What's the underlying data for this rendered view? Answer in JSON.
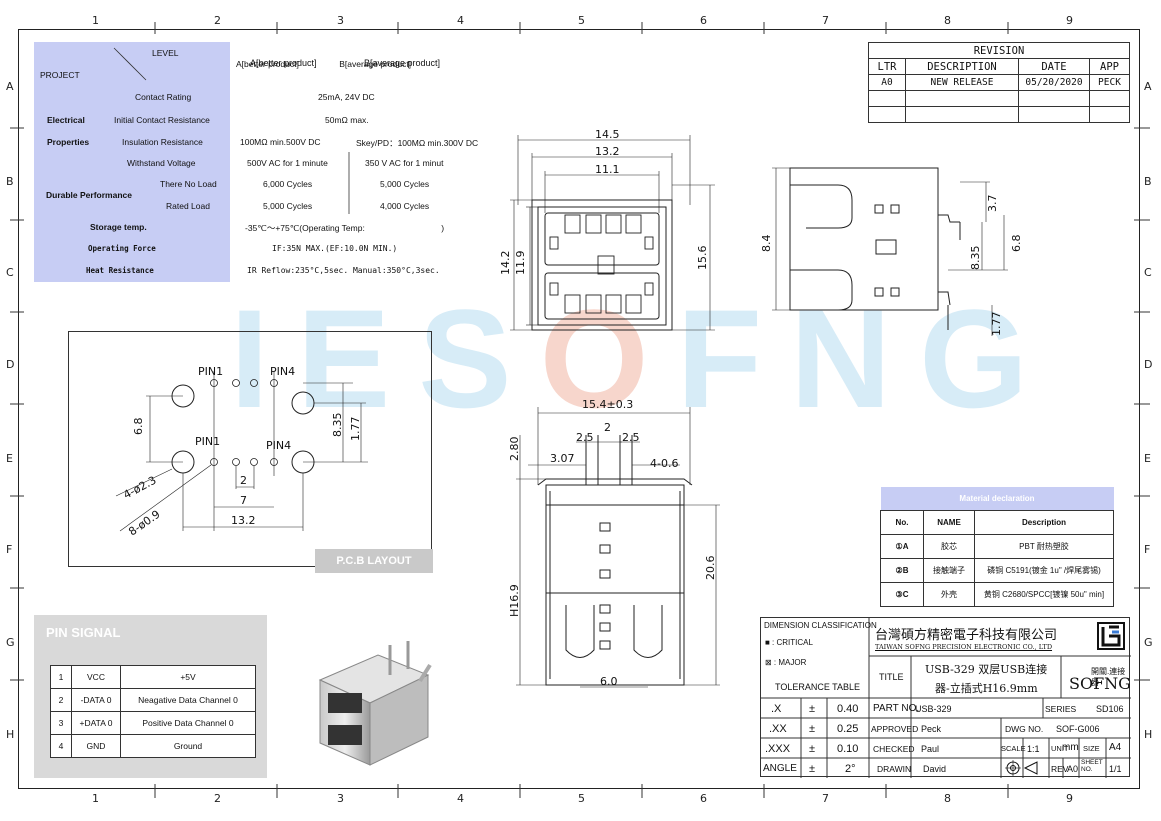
{
  "border": {
    "cols": [
      "1",
      "2",
      "3",
      "4",
      "5",
      "6",
      "7",
      "8",
      "9"
    ],
    "rows": [
      "A",
      "B",
      "C",
      "D",
      "E",
      "F",
      "G",
      "H"
    ]
  },
  "watermark": {
    "a": "IES",
    "b": "O",
    "c": "FNG"
  },
  "spec": {
    "level": "LEVEL",
    "project": "PROJECT",
    "colA": "A[better product]",
    "colB": "B[average product]",
    "electrical": "Electrical",
    "properties": "Properties",
    "contact_rating": "Contact Rating",
    "contact_rating_val": "25mA, 24V DC",
    "initial_contact": "Initial Contact Resistance",
    "initial_contact_val": "50mΩ max.",
    "insulation": "Insulation Resistance",
    "insulation_a": "100MΩ min.500V DC",
    "insulation_b": "Skey/PD：100MΩ min.300V DC",
    "withstand": "Withstand Voltage",
    "withstand_a": "500V AC for 1 minute",
    "withstand_b": "350 V AC for 1 minut",
    "durable": "Durable Performance",
    "no_load": "There No Load",
    "no_load_a": "6,000 Cycles",
    "no_load_b": "5,000 Cycles",
    "rated_load": "Rated Load",
    "rated_load_a": "5,000 Cycles",
    "rated_load_b": "4,000 Cycles",
    "storage": "Storage temp.",
    "storage_val": "-35℃～+75℃(Operating Temp:　　　　　　　　　)",
    "operating": "Operating Force",
    "operating_val": "IF:35N MAX.(EF:10.0N MIN.)",
    "heat": "Heat Resistance",
    "heat_val": "IR Reflow:235°C,5sec. Manual:350°C,3sec."
  },
  "revision": {
    "title": "REVISION",
    "headers": [
      "LTR",
      "DESCRIPTION",
      "DATE",
      "APP"
    ],
    "row": [
      "A0",
      "NEW RELEASE",
      "05/20/2020",
      "PECK"
    ]
  },
  "pin_signal": {
    "title": "PIN SIGNAL",
    "rows": [
      [
        "1",
        "VCC",
        "+5V"
      ],
      [
        "2",
        "-DATA 0",
        "Neagative Data Channel 0"
      ],
      [
        "3",
        "+DATA 0",
        "Positive Data Channel 0"
      ],
      [
        "4",
        "GND",
        "Ground"
      ]
    ]
  },
  "pcb": {
    "label": "P.C.B LAYOUT",
    "pin1": "PIN1",
    "pin4": "PIN4",
    "d_68": "6.8",
    "d_835": "8.35",
    "d_177": "1.77",
    "d_2": "2",
    "d_7": "7",
    "d_132": "13.2",
    "d_hole1": "4-ø2.3",
    "d_hole2": "8-ø0.9"
  },
  "front": {
    "w1": "14.5",
    "w2": "13.2",
    "w3": "11.1",
    "h1": "14.2",
    "h2": "11.9",
    "h3": "15.6"
  },
  "side": {
    "d1": "8.4",
    "d2": "3.7",
    "d3": "8.35",
    "d4": "6.8",
    "d5": "1.77"
  },
  "bottom": {
    "w": "15.4±0.3",
    "p1": "2.5",
    "p2": "2",
    "p3": "2.5",
    "t1": "2.80",
    "t2": "3.07",
    "t3": "4-0.6",
    "h1": "H16.9",
    "h2": "20.6",
    "w2": "6.0"
  },
  "material": {
    "title": "Material declaration",
    "headers": [
      "No.",
      "NAME",
      "Description"
    ],
    "rows": [
      [
        "①A",
        "胶芯",
        "PBT 耐热塑胶"
      ],
      [
        "②B",
        "接触端子",
        "磷铜 C5191(镀金 1u\" /焊尾雾锡)"
      ],
      [
        "③C",
        "外壳",
        "黄铜 C2680/SPCC[镀镍 50u\" min]"
      ]
    ]
  },
  "title_block": {
    "dim_class": "DIMENSION CLASSIFICATION",
    "critical": "CRITICAL",
    "major": "MAJOR",
    "tolerance": "TOLERANCE TABLE",
    "tol": [
      [
        ".X",
        "±",
        "0.40"
      ],
      [
        ".XX",
        "±",
        "0.25"
      ],
      [
        ".XXX",
        "±",
        "0.10"
      ],
      [
        "ANGLE",
        "±",
        "2°"
      ]
    ],
    "company_cn": "台灣碩方精密電子科技有限公司",
    "company_en": "TAIWAN SOFNG PRECISION ELECTRONIC CO., LTD",
    "title_lab": "TITLE",
    "title_val1": "USB-329 双层USB连接",
    "title_val2": "器-立插式H16.9mm",
    "brand_cn": "開關.連接器",
    "brand_en": "SOFNG",
    "part_lab": "PART NO.",
    "part_val": "USB-329",
    "series_lab": "SERIES",
    "series_val": "SD106",
    "approved_lab": "APPROVED",
    "approved_val": "Peck",
    "dwg_lab": "DWG NO.",
    "dwg_val": "SOF-G006",
    "checked_lab": "CHECKED",
    "checked_val": "Paul",
    "scale_lab": "SCALE",
    "scale_val": "1:1",
    "unit_lab": "UNIT",
    "unit_val": "mm",
    "size_lab": "SIZE",
    "size_val": "A4",
    "drawin_lab": "DRAWIN",
    "drawin_val": "David",
    "rev_lab": "REV",
    "rev_val": "A0",
    "sheet_lab": "SHEET NO.",
    "sheet_val": "1/1"
  }
}
